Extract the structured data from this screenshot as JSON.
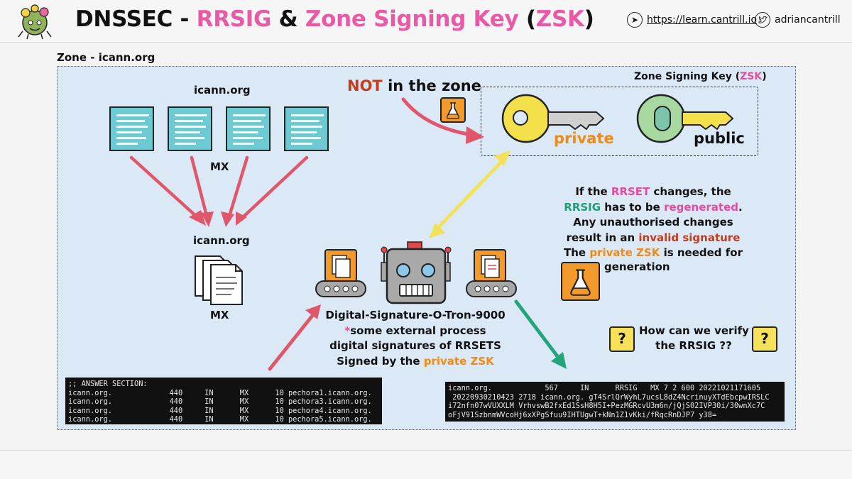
{
  "header": {
    "title_part1": "DNSSEC - ",
    "title_part2": "RRSIG",
    "title_part3": " & ",
    "title_part4": "Zone Signing Key",
    "title_part5": " (",
    "title_part6": "ZSK",
    "title_part7": ")",
    "website": "https://learn.cantrill.io",
    "twitter": "adriancantrill"
  },
  "zone": {
    "label": "Zone - icann.org"
  },
  "rrset": {
    "top_label": "icann.org",
    "middle_label": "MX",
    "combined_label": "icann.org",
    "combined_sub": "MX"
  },
  "not_in_zone": {
    "part1": "NOT",
    "part2": " in the zone"
  },
  "zsk": {
    "title_part1": "Zone Signing Key (",
    "title_part2": "ZSK",
    "title_part3": ")",
    "private_label": "private",
    "public_label": "public"
  },
  "explanation": {
    "l1a": "If the ",
    "l1b": "RRSET",
    "l1c": " changes, the",
    "l2a": "RRSIG",
    "l2b": " has to be ",
    "l2c": "regenerated",
    "l2d": ".",
    "l3": "Any unauthorised changes",
    "l4a": "result in an ",
    "l4b": "invalid signature",
    "l5a": "The ",
    "l5b": "private ZSK",
    "l5c": " is needed for",
    "l6": "generation"
  },
  "machine": {
    "l1": "Digital-Signature-O-Tron-9000",
    "l2a": "*",
    "l2b": "some external process",
    "l3": "digital signatures of RRSETS",
    "l4a": "Signed by the ",
    "l4b": "private ZSK"
  },
  "verify": {
    "l1": "How can we verify",
    "l2": "the RRSIG ??",
    "mark": "?"
  },
  "answer_terminal": ";; ANSWER SECTION:\nicann.org.             440     IN      MX      10 pechora1.icann.org.\nicann.org.             440     IN      MX      10 pechora3.icann.org.\nicann.org.             440     IN      MX      10 pechora4.icann.org.\nicann.org.             440     IN      MX      10 pechora5.icann.org.",
  "rrsig_terminal": "icann.org.            567     IN      RRSIG   MX 7 2 600 20221021171605\n 20220930210423 2718 icann.org. gT4SrlQrWyhL7ucsL8dZ4NcrinuyXTdEbcpwIRSLC\ni72nfn07wVUXXLM VrhvswB2fxEd1SsH8H5I+PezMGRcvU3m6n/jQjS02IVP30i/30wnXc7C\noFjV91SzbnmWVcoHj6xXPgSfuu9IHTUgwT+kNn1Z1vKki/fRqcRnDJP7 y38=",
  "colors": {
    "pink": "#e44d9e",
    "green": "#1f9e77",
    "orange": "#f08a14",
    "red": "#c73b1d",
    "zone_bg": "#dbe8f6",
    "record_cyan": "#6fc9d2",
    "arrow_red": "#e0566a",
    "arrow_yellow": "#f2e25a",
    "arrow_green": "#22a57a"
  },
  "icons": [
    "compass-icon",
    "twitter-bird-icon",
    "flask-icon",
    "key-icon",
    "robot-icon",
    "conveyor-icon",
    "question-icon",
    "document-icon"
  ]
}
